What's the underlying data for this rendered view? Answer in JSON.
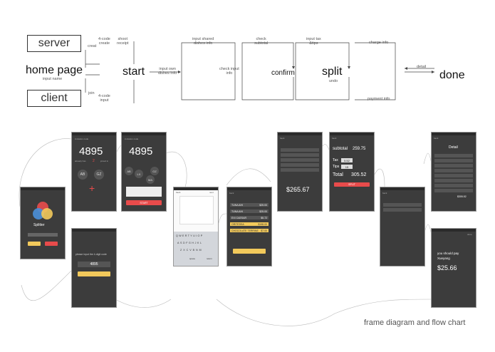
{
  "flow": {
    "server": "server",
    "client": "client",
    "home_page": "home page",
    "input_name": "input name",
    "start": "start",
    "confirm": "confirm",
    "split": "split",
    "undo": "undo",
    "done": "done",
    "creat": "creat",
    "code_create": "4-code\ncreate",
    "shoot_receipt": "shoot\nreceipt",
    "join": "join",
    "code_input": "4-code\ninput",
    "input_own": "input own\ndishes info",
    "input_shared": "input shared\ndishes info",
    "check_input": "check input\ninfo",
    "check_subtotal": "check\nsubtotal",
    "input_tax": "input tax\n&tips",
    "charge_info": "charge info",
    "payment_info": "payment info",
    "detail": "detail"
  },
  "caption": "frame diagram and flow chart",
  "screens": {
    "logo_name": "Splitter",
    "code_a": "4895",
    "code_b": "4895",
    "code_c": "4895",
    "invitation_code": "invitation code",
    "already_has": "already has",
    "joined": "joined in",
    "join_count": "2",
    "avatar_ab": "AB",
    "avatar_gz": "GZ",
    "avatar_lx": "LX",
    "avatar_ma": "MA",
    "start_btn": "START",
    "please_input": "please input the 4-digit code",
    "client_code": "4895",
    "subtotal_label": "subtotal",
    "subtotal_value": "259.75",
    "tax_label": "Tax",
    "tax_value": "5.52",
    "tips_label": "Tips",
    "tips_value": "15",
    "total_label": "Total",
    "total_value": "305.52",
    "split_btn": "SPLIT",
    "confirm_total": "$265.67",
    "detail_title": "Detail",
    "detail_total": "$305.52",
    "you_should_pay": "you should pay",
    "payer": "Xueyang",
    "pay_amount": "$25.66",
    "done_link": "done",
    "back": "back",
    "next": "next",
    "dish_rows": [
      {
        "name": "TUNA AHI",
        "price": "$25.00"
      },
      {
        "name": "TUNA AHI",
        "price": "$25.00"
      },
      {
        "name": "EXI CAESAR",
        "price": "$5.72"
      },
      {
        "name": "ORITESSA",
        "price": "$198.00"
      },
      {
        "name": "CHOCOLATE TERRINE",
        "price": "$7.00"
      }
    ],
    "keyboard_row1": "QWERTYUIOP",
    "keyboard_row2": "ASDFGHJKL",
    "keyboard_row3": "ZXCVBNM",
    "space": "space",
    "return": "return"
  }
}
